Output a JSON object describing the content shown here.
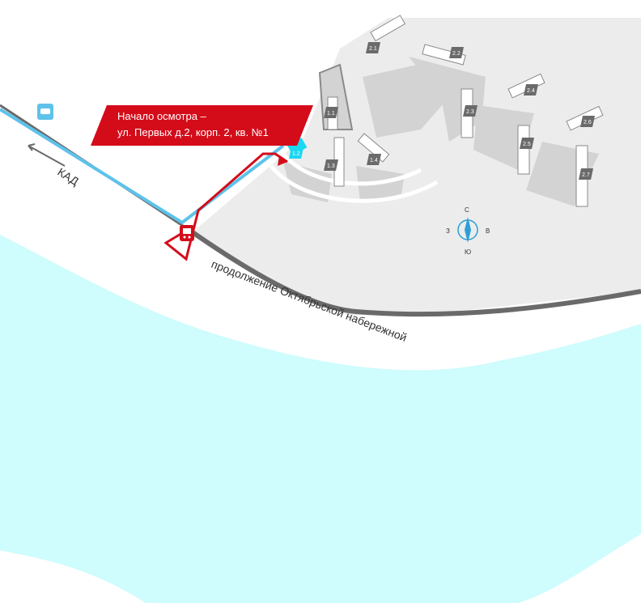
{
  "start_label": {
    "line1": "Начало осмотра –",
    "line2": "ул. Первых д.2, корп. 2, кв. №1"
  },
  "roads": {
    "kad": "КАД",
    "embankment": "продолжение Октябрьской набережной"
  },
  "compass": {
    "north": "С",
    "south": "Ю",
    "west": "З",
    "east": "В"
  },
  "buildings": {
    "b11": "1.1",
    "b12": "1.2",
    "b13": "1.3",
    "b14": "1.4",
    "b21": "2.1",
    "b22": "2.2",
    "b23": "2.3",
    "b24": "2.4",
    "b25": "2.5",
    "b26": "2.6",
    "b27": "2.7"
  },
  "icons": {
    "car": "car-icon",
    "bus": "bus-stop-icon",
    "direction": "arrow-left-icon"
  },
  "colors": {
    "water": "#cffcfd",
    "land": "#ececec",
    "blocks": "#d3d3d3",
    "road": "#6a6a6a",
    "route_red": "#d40c1a",
    "route_blue": "#5ec2ea",
    "highlight": "#1ad7f2",
    "compass": "#2c9ed8"
  }
}
